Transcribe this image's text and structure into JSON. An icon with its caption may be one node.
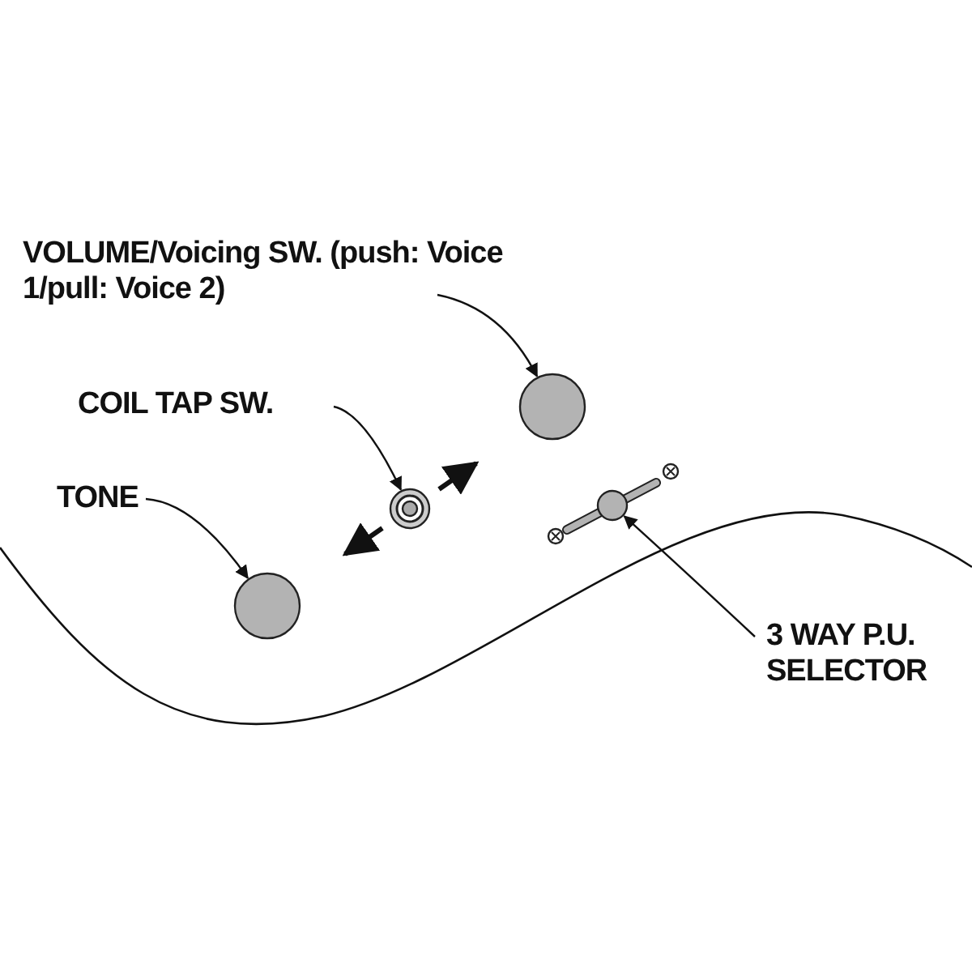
{
  "diagram": {
    "nodes": [
      {
        "text": [
          "VOLUME/Voicing SW. (push: Voice 1/pull: Voice 2)"
        ]
      },
      {
        "text": [],
        "shape": "circle"
      },
      {
        "text": [
          "COIL TAP SW."
        ]
      },
      {
        "text": [],
        "shape": "circle"
      },
      {
        "text": [
          "TONE"
        ]
      },
      {
        "text": [],
        "shape": "circle"
      },
      {
        "text": [
          "3 WAY P.U. SELECTOR"
        ]
      },
      {
        "text": [],
        "shape": "lever"
      }
    ],
    "edges": [
      {
        "from": 0,
        "to": 1,
        "arrow": "to"
      },
      {
        "from": 2,
        "to": 3,
        "arrow": "to"
      },
      {
        "from": 4,
        "to": 5,
        "arrow": "to"
      },
      {
        "from": 6,
        "to": 7,
        "arrow": "to"
      }
    ]
  }
}
